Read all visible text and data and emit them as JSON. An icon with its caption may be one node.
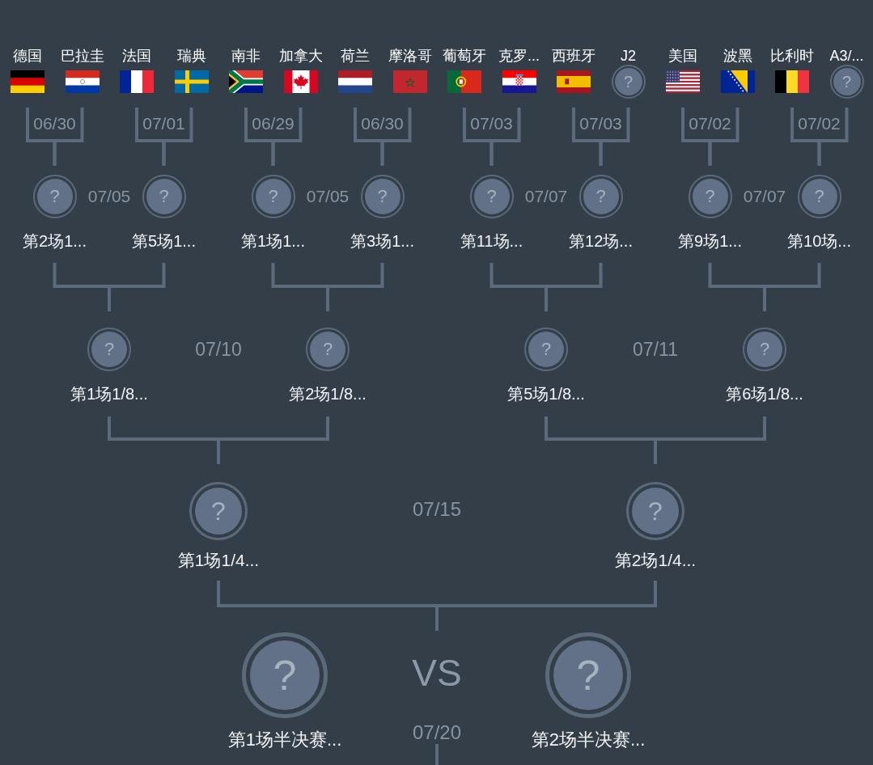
{
  "diagram": {
    "nodes": [
      {
        "text": [
          "德国"
        ]
      },
      {
        "text": [
          "巴拉圭"
        ]
      },
      {
        "text": [
          "法国"
        ]
      },
      {
        "text": [
          "瑞典"
        ]
      },
      {
        "text": [
          "南非"
        ]
      },
      {
        "text": [
          "加拿大"
        ]
      },
      {
        "text": [
          "荷兰"
        ]
      },
      {
        "text": [
          "摩洛哥"
        ]
      },
      {
        "text": [
          "葡萄牙"
        ]
      },
      {
        "text": [
          "克罗..."
        ]
      },
      {
        "text": [
          "西班牙"
        ]
      },
      {
        "text": [
          "J2",
          "?"
        ]
      },
      {
        "text": [
          "美国"
        ]
      },
      {
        "text": [
          "波黑"
        ]
      },
      {
        "text": [
          "比利时"
        ]
      },
      {
        "text": [
          "A3/...",
          "?"
        ]
      },
      {
        "text": [
          "?"
        ],
        "beside": [
          "第2场1..."
        ]
      },
      {
        "text": [
          "?"
        ],
        "beside": [
          "第5场1..."
        ]
      },
      {
        "text": [
          "?"
        ],
        "beside": [
          "第1场1..."
        ]
      },
      {
        "text": [
          "?"
        ],
        "beside": [
          "第3场1..."
        ]
      },
      {
        "text": [
          "?"
        ],
        "beside": [
          "第11场..."
        ]
      },
      {
        "text": [
          "?"
        ],
        "beside": [
          "第12场..."
        ]
      },
      {
        "text": [
          "?"
        ],
        "beside": [
          "第9场1..."
        ]
      },
      {
        "text": [
          "?"
        ],
        "beside": [
          "第10场..."
        ]
      },
      {
        "text": [
          "?"
        ],
        "beside": [
          "第1场1/8..."
        ]
      },
      {
        "text": [
          "?"
        ],
        "beside": [
          "第2场1/8..."
        ]
      },
      {
        "text": [
          "?"
        ],
        "beside": [
          "第5场1/8..."
        ]
      },
      {
        "text": [
          "?"
        ],
        "beside": [
          "第6场1/8..."
        ]
      },
      {
        "text": [
          "?"
        ],
        "beside": [
          "第1场1/4..."
        ]
      },
      {
        "text": [
          "?"
        ],
        "beside": [
          "第2场1/4..."
        ]
      },
      {
        "text": [
          "?"
        ],
        "beside": [
          "第1场半决赛..."
        ]
      },
      {
        "text": [
          "VS"
        ],
        "beside": [
          "07/20"
        ]
      },
      {
        "text": [
          "?"
        ],
        "beside": [
          "第2场半决赛..."
        ]
      }
    ],
    "edges": [
      {
        "from": 0,
        "to": 16,
        "arrow": "none"
      },
      {
        "from": 1,
        "to": 16,
        "arrow": "none"
      },
      {
        "from": 2,
        "to": 17,
        "arrow": "none"
      },
      {
        "from": 3,
        "to": 17,
        "arrow": "none"
      },
      {
        "from": 4,
        "to": 18,
        "arrow": "none"
      },
      {
        "from": 5,
        "to": 18,
        "arrow": "none"
      },
      {
        "from": 6,
        "to": 19,
        "arrow": "none"
      },
      {
        "from": 7,
        "to": 19,
        "arrow": "none"
      },
      {
        "from": 8,
        "to": 20,
        "arrow": "none"
      },
      {
        "from": 9,
        "to": 20,
        "arrow": "none"
      },
      {
        "from": 10,
        "to": 21,
        "arrow": "none"
      },
      {
        "from": 11,
        "to": 21,
        "arrow": "none"
      },
      {
        "from": 12,
        "to": 22,
        "arrow": "none"
      },
      {
        "from": 13,
        "to": 22,
        "arrow": "none"
      },
      {
        "from": 14,
        "to": 23,
        "arrow": "none"
      },
      {
        "from": 15,
        "to": 23,
        "arrow": "none"
      },
      {
        "from": 16,
        "to": 24,
        "arrow": "none"
      },
      {
        "from": 17,
        "to": 24,
        "arrow": "none"
      },
      {
        "from": 18,
        "to": 25,
        "arrow": "none"
      },
      {
        "from": 19,
        "to": 25,
        "arrow": "none"
      },
      {
        "from": 20,
        "to": 26,
        "arrow": "none"
      },
      {
        "from": 21,
        "to": 26,
        "arrow": "none"
      },
      {
        "from": 22,
        "to": 27,
        "arrow": "none"
      },
      {
        "from": 23,
        "to": 27,
        "arrow": "none"
      },
      {
        "from": 24,
        "to": 28,
        "arrow": "none"
      },
      {
        "from": 25,
        "to": 28,
        "arrow": "none"
      },
      {
        "from": 26,
        "to": 29,
        "arrow": "none"
      },
      {
        "from": 27,
        "to": 29,
        "arrow": "none"
      },
      {
        "from": 28,
        "to": 31,
        "arrow": "none"
      },
      {
        "from": 29,
        "to": 31,
        "arrow": "none"
      },
      {
        "from": 31,
        "to": null,
        "arrow": "none"
      }
    ],
    "labels": [
      "06/30",
      "07/01",
      "06/29",
      "06/30",
      "07/03",
      "07/03",
      "07/02",
      "07/02",
      "07/05",
      "07/05",
      "07/07",
      "07/07",
      "07/10",
      "07/11",
      "07/15"
    ]
  }
}
